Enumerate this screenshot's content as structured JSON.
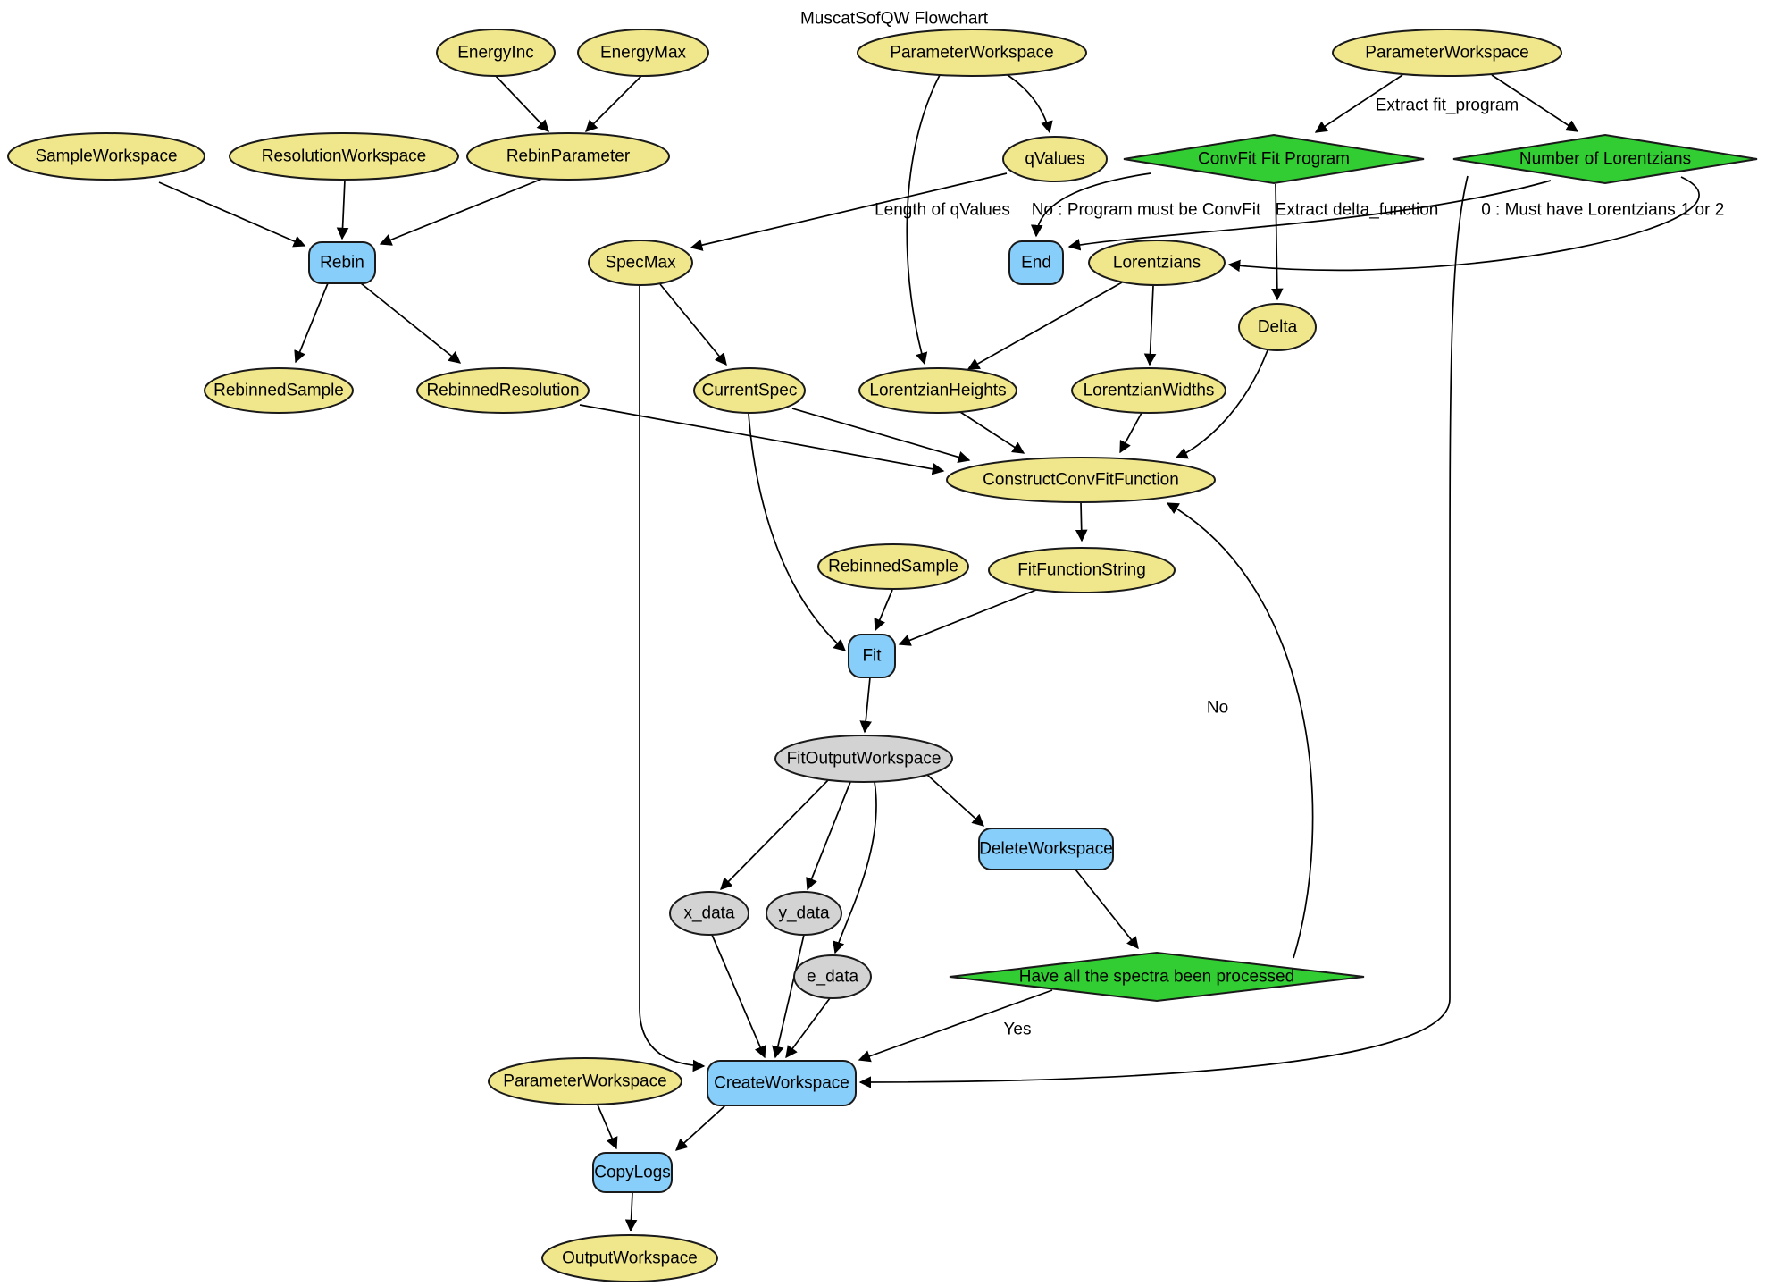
{
  "title": "MuscatSofQW Flowchart",
  "colors": {
    "data_node_fill": "#F0E68C",
    "process_node_fill": "#87CEFA",
    "decision_node_fill": "#32CD32",
    "result_node_fill": "#D3D3D3",
    "edge_stroke": "#000000",
    "background": "#FFFFFF"
  },
  "nodes": [
    {
      "id": "energy-inc",
      "label": "EnergyInc",
      "shape": "ellipse",
      "role": "data"
    },
    {
      "id": "energy-max",
      "label": "EnergyMax",
      "shape": "ellipse",
      "role": "data"
    },
    {
      "id": "parameter-workspace-top",
      "label": "ParameterWorkspace",
      "shape": "ellipse",
      "role": "data"
    },
    {
      "id": "parameter-workspace-right",
      "label": "ParameterWorkspace",
      "shape": "ellipse",
      "role": "data"
    },
    {
      "id": "sample-workspace",
      "label": "SampleWorkspace",
      "shape": "ellipse",
      "role": "data"
    },
    {
      "id": "resolution-workspace",
      "label": "ResolutionWorkspace",
      "shape": "ellipse",
      "role": "data"
    },
    {
      "id": "rebin-parameter",
      "label": "RebinParameter",
      "shape": "ellipse",
      "role": "data"
    },
    {
      "id": "q-values",
      "label": "qValues",
      "shape": "ellipse",
      "role": "data"
    },
    {
      "id": "convfit-fit-program",
      "label": "ConvFit Fit Program",
      "shape": "diamond",
      "role": "decision"
    },
    {
      "id": "number-of-lorentzians",
      "label": "Number of Lorentzians",
      "shape": "diamond",
      "role": "decision"
    },
    {
      "id": "rebin",
      "label": "Rebin",
      "shape": "box",
      "role": "process"
    },
    {
      "id": "spec-max",
      "label": "SpecMax",
      "shape": "ellipse",
      "role": "data"
    },
    {
      "id": "end",
      "label": "End",
      "shape": "box",
      "role": "process"
    },
    {
      "id": "lorentzians",
      "label": "Lorentzians",
      "shape": "ellipse",
      "role": "data"
    },
    {
      "id": "delta",
      "label": "Delta",
      "shape": "ellipse",
      "role": "data"
    },
    {
      "id": "rebinned-sample-1",
      "label": "RebinnedSample",
      "shape": "ellipse",
      "role": "data"
    },
    {
      "id": "rebinned-resolution",
      "label": "RebinnedResolution",
      "shape": "ellipse",
      "role": "data"
    },
    {
      "id": "current-spec",
      "label": "CurrentSpec",
      "shape": "ellipse",
      "role": "data"
    },
    {
      "id": "lorentzian-heights",
      "label": "LorentzianHeights",
      "shape": "ellipse",
      "role": "data"
    },
    {
      "id": "lorentzian-widths",
      "label": "LorentzianWidths",
      "shape": "ellipse",
      "role": "data"
    },
    {
      "id": "construct-convfit-function",
      "label": "ConstructConvFitFunction",
      "shape": "ellipse",
      "role": "data"
    },
    {
      "id": "rebinned-sample-2",
      "label": "RebinnedSample",
      "shape": "ellipse",
      "role": "data"
    },
    {
      "id": "fit-function-string",
      "label": "FitFunctionString",
      "shape": "ellipse",
      "role": "data"
    },
    {
      "id": "fit",
      "label": "Fit",
      "shape": "box",
      "role": "process"
    },
    {
      "id": "fit-output-workspace",
      "label": "FitOutputWorkspace",
      "shape": "ellipse",
      "role": "result"
    },
    {
      "id": "delete-workspace",
      "label": "DeleteWorkspace",
      "shape": "box",
      "role": "process"
    },
    {
      "id": "x-data",
      "label": "x_data",
      "shape": "ellipse",
      "role": "result"
    },
    {
      "id": "y-data",
      "label": "y_data",
      "shape": "ellipse",
      "role": "result"
    },
    {
      "id": "e-data",
      "label": "e_data",
      "shape": "ellipse",
      "role": "result"
    },
    {
      "id": "have-all-spectra",
      "label": "Have all the spectra been processed",
      "shape": "diamond",
      "role": "decision"
    },
    {
      "id": "create-workspace",
      "label": "CreateWorkspace",
      "shape": "box",
      "role": "process"
    },
    {
      "id": "parameter-workspace-bottom",
      "label": "ParameterWorkspace",
      "shape": "ellipse",
      "role": "data"
    },
    {
      "id": "copy-logs",
      "label": "CopyLogs",
      "shape": "box",
      "role": "process"
    },
    {
      "id": "output-workspace",
      "label": "OutputWorkspace",
      "shape": "ellipse",
      "role": "data"
    }
  ],
  "edge_labels": {
    "length_of_qvalues": "Length of qValues",
    "no_program_must_be_convfit": "No : Program must be ConvFit",
    "extract_fit_program": "Extract fit_program",
    "extract_delta_function": "Extract delta_function",
    "zero_must_have_lorentzians": "0 : Must have Lorentzians",
    "one_or_two": "1 or 2",
    "no": "No",
    "yes": "Yes"
  },
  "edges": [
    {
      "from": "energy-inc",
      "to": "rebin-parameter",
      "label": ""
    },
    {
      "from": "energy-max",
      "to": "rebin-parameter",
      "label": ""
    },
    {
      "from": "sample-workspace",
      "to": "rebin",
      "label": ""
    },
    {
      "from": "resolution-workspace",
      "to": "rebin",
      "label": ""
    },
    {
      "from": "rebin-parameter",
      "to": "rebin",
      "label": ""
    },
    {
      "from": "rebin",
      "to": "rebinned-sample-1",
      "label": ""
    },
    {
      "from": "rebin",
      "to": "rebinned-resolution",
      "label": ""
    },
    {
      "from": "parameter-workspace-top",
      "to": "q-values",
      "label": ""
    },
    {
      "from": "parameter-workspace-top",
      "to": "lorentzian-heights",
      "label": ""
    },
    {
      "from": "q-values",
      "to": "spec-max",
      "label": "Length of qValues"
    },
    {
      "from": "parameter-workspace-right",
      "to": "convfit-fit-program",
      "label": "Extract fit_program"
    },
    {
      "from": "parameter-workspace-right",
      "to": "number-of-lorentzians",
      "label": ""
    },
    {
      "from": "convfit-fit-program",
      "to": "end",
      "label": "No : Program must be ConvFit"
    },
    {
      "from": "convfit-fit-program",
      "to": "delta",
      "label": "Extract delta_function"
    },
    {
      "from": "number-of-lorentzians",
      "to": "end",
      "label": "0 : Must have Lorentzians"
    },
    {
      "from": "number-of-lorentzians",
      "to": "lorentzians",
      "label": "1 or 2"
    },
    {
      "from": "number-of-lorentzians",
      "to": "create-workspace",
      "label": ""
    },
    {
      "from": "spec-max",
      "to": "current-spec",
      "label": ""
    },
    {
      "from": "spec-max",
      "to": "create-workspace",
      "label": ""
    },
    {
      "from": "lorentzians",
      "to": "lorentzian-heights",
      "label": ""
    },
    {
      "from": "lorentzians",
      "to": "lorentzian-widths",
      "label": ""
    },
    {
      "from": "rebinned-resolution",
      "to": "construct-convfit-function",
      "label": ""
    },
    {
      "from": "current-spec",
      "to": "construct-convfit-function",
      "label": ""
    },
    {
      "from": "lorentzian-heights",
      "to": "construct-convfit-function",
      "label": ""
    },
    {
      "from": "lorentzian-widths",
      "to": "construct-convfit-function",
      "label": ""
    },
    {
      "from": "delta",
      "to": "construct-convfit-function",
      "label": ""
    },
    {
      "from": "construct-convfit-function",
      "to": "fit-function-string",
      "label": ""
    },
    {
      "from": "rebinned-sample-2",
      "to": "fit",
      "label": ""
    },
    {
      "from": "fit-function-string",
      "to": "fit",
      "label": ""
    },
    {
      "from": "current-spec",
      "to": "fit",
      "label": ""
    },
    {
      "from": "fit",
      "to": "fit-output-workspace",
      "label": ""
    },
    {
      "from": "fit-output-workspace",
      "to": "x-data",
      "label": ""
    },
    {
      "from": "fit-output-workspace",
      "to": "y-data",
      "label": ""
    },
    {
      "from": "fit-output-workspace",
      "to": "e-data",
      "label": ""
    },
    {
      "from": "fit-output-workspace",
      "to": "delete-workspace",
      "label": ""
    },
    {
      "from": "delete-workspace",
      "to": "have-all-spectra",
      "label": ""
    },
    {
      "from": "have-all-spectra",
      "to": "construct-convfit-function",
      "label": "No"
    },
    {
      "from": "have-all-spectra",
      "to": "create-workspace",
      "label": "Yes"
    },
    {
      "from": "x-data",
      "to": "create-workspace",
      "label": ""
    },
    {
      "from": "y-data",
      "to": "create-workspace",
      "label": ""
    },
    {
      "from": "e-data",
      "to": "create-workspace",
      "label": ""
    },
    {
      "from": "parameter-workspace-bottom",
      "to": "copy-logs",
      "label": ""
    },
    {
      "from": "create-workspace",
      "to": "copy-logs",
      "label": ""
    },
    {
      "from": "copy-logs",
      "to": "output-workspace",
      "label": ""
    }
  ]
}
